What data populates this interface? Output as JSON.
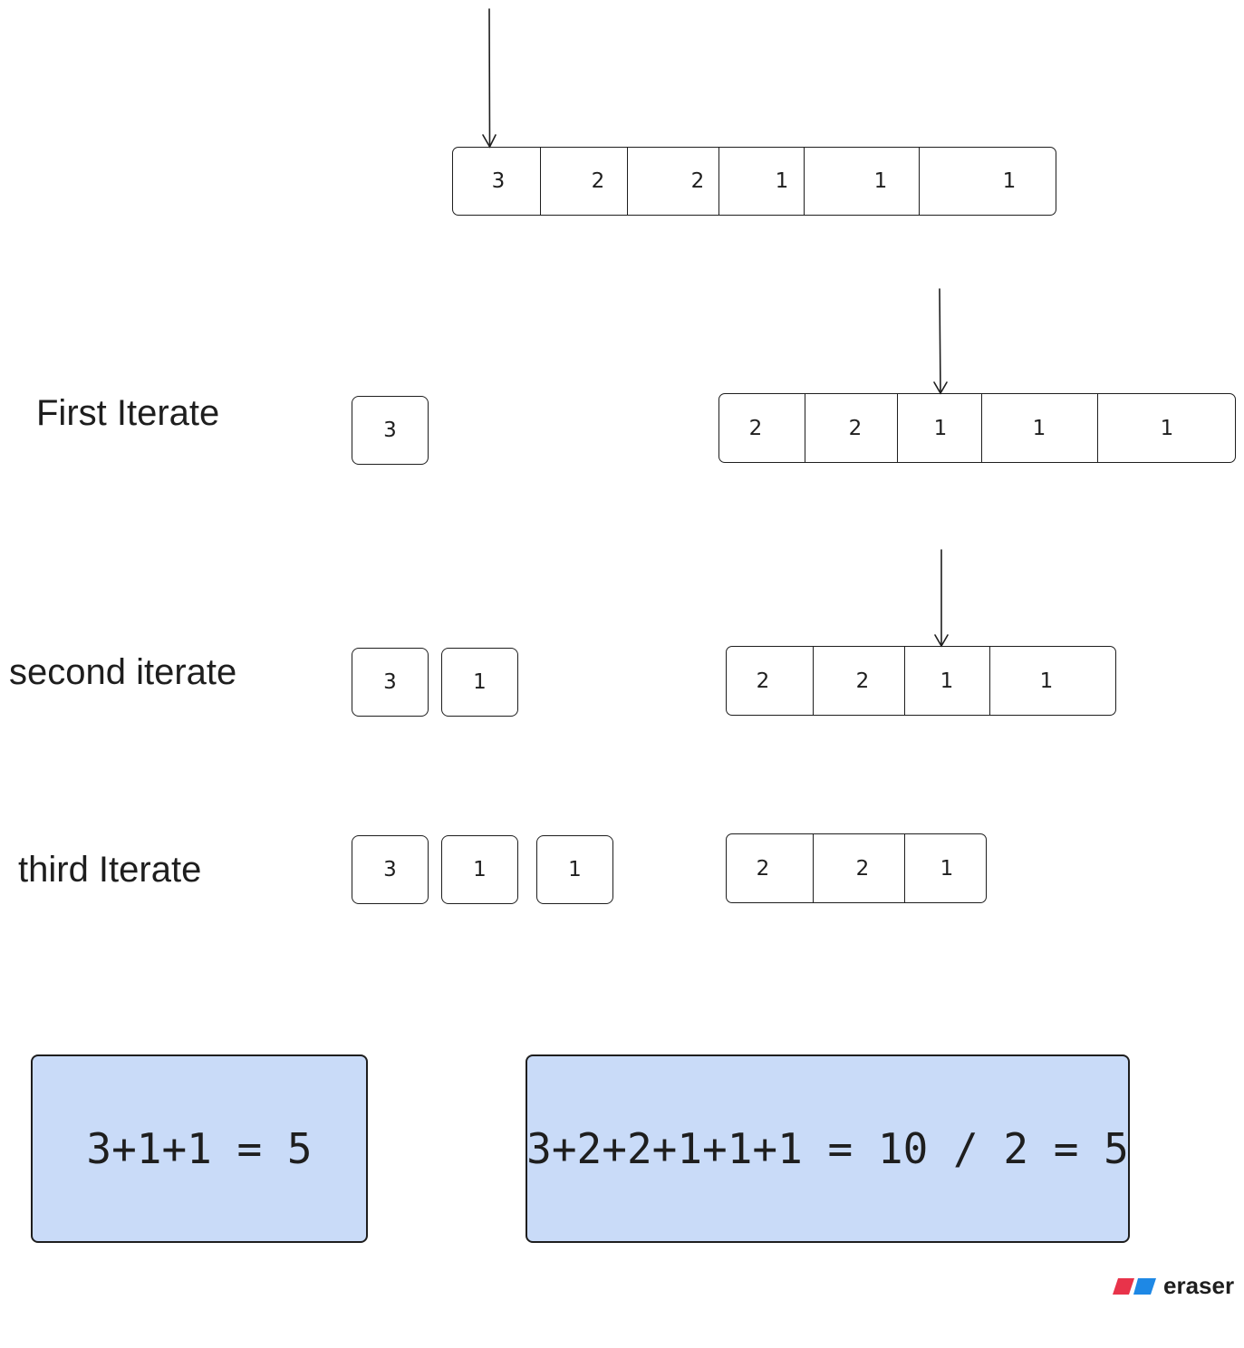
{
  "initial_array": [
    "3",
    "2",
    "2",
    "1",
    "1",
    "1"
  ],
  "iterations": [
    {
      "label": "First Iterate",
      "picked": [
        "3"
      ],
      "remaining": [
        "2",
        "2",
        "1",
        "1",
        "1"
      ]
    },
    {
      "label": "second iterate",
      "picked": [
        "3",
        "1"
      ],
      "remaining": [
        "2",
        "2",
        "1",
        "1"
      ]
    },
    {
      "label": "third Iterate",
      "picked": [
        "3",
        "1",
        "1"
      ],
      "remaining": [
        "2",
        "2",
        "1"
      ]
    }
  ],
  "results": {
    "left": "3+1+1 = 5",
    "right": "3+2+2+1+1+1 = 10 / 2 = 5"
  },
  "logo": {
    "text": "eraser",
    "colors": {
      "red": "#e8334a",
      "blue": "#1e88e5"
    }
  },
  "colors": {
    "stroke": "#1e1e1e",
    "result_fill": "#c9dbf8"
  }
}
